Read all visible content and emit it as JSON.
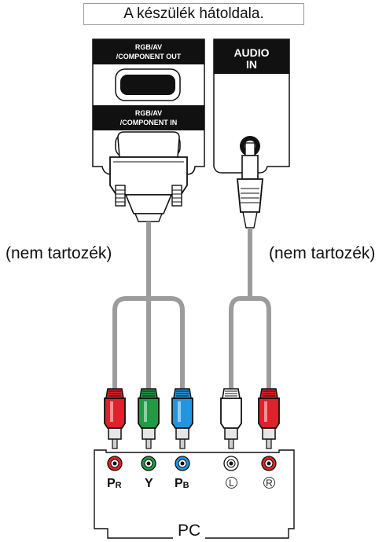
{
  "caption": "A készülék hátoldala.",
  "ports": {
    "rgb_out": [
      "RGB/AV",
      "/COMPONENT OUT"
    ],
    "rgb_in": [
      "RGB/AV",
      "/COMPONENT IN"
    ],
    "audio_in": [
      "AUDIO",
      "IN"
    ]
  },
  "cable_labels": {
    "left": "(nem tartozék)",
    "right": "(nem tartozék)"
  },
  "pc": {
    "label": "PC",
    "jacks": [
      {
        "label": "P",
        "sub": "R",
        "color": "#e0202a"
      },
      {
        "label": "Y",
        "sub": "",
        "color": "#1f9a45"
      },
      {
        "label": "P",
        "sub": "B",
        "color": "#2196e0"
      },
      {
        "label": "L",
        "sub": "",
        "color": "#ffffff"
      },
      {
        "label": "R",
        "sub": "",
        "color": "#e0202a"
      }
    ]
  },
  "colors": {
    "red": "#e0202a",
    "green": "#1f9a45",
    "blue": "#2196e0",
    "white": "#ffffff",
    "cable_gray": "#9c9c9c"
  }
}
